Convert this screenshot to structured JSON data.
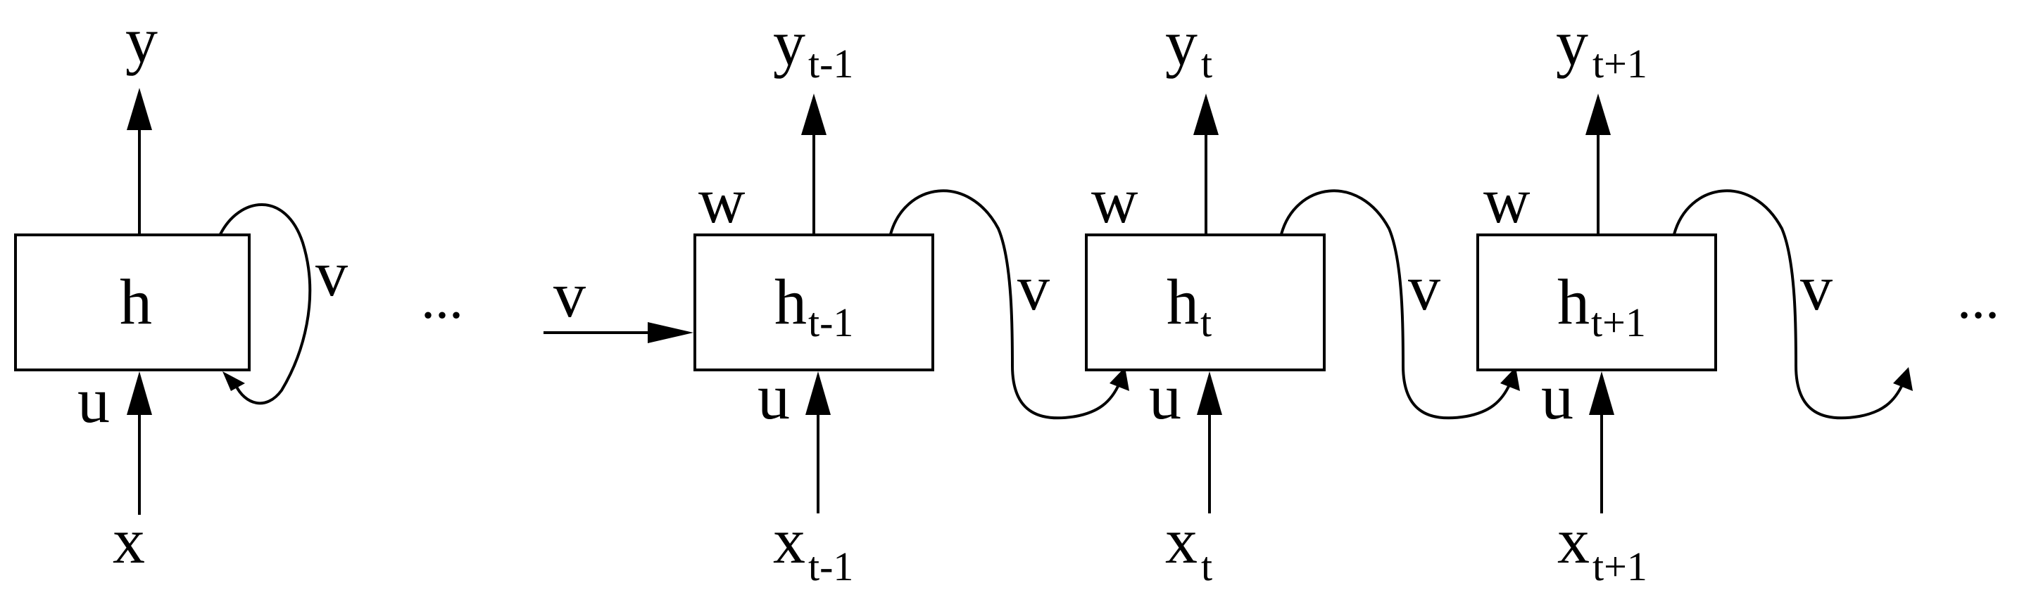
{
  "folded": {
    "node_main": "h",
    "output_main": "y",
    "input_main": "x",
    "input_weight": "u",
    "recurrent_weight": "v"
  },
  "ellipsis_mid": "...",
  "ellipsis_end": "...",
  "incoming_weight": "v",
  "steps": [
    {
      "node_main": "h",
      "node_sub": "t-1",
      "output_main": "y",
      "output_sub": "t-1",
      "input_main": "x",
      "input_sub": "t-1",
      "input_weight": "u",
      "output_weight": "w",
      "recurrent_weight": "v"
    },
    {
      "node_main": "h",
      "node_sub": "t",
      "output_main": "y",
      "output_sub": "t",
      "input_main": "x",
      "input_sub": "t",
      "input_weight": "u",
      "output_weight": "w",
      "recurrent_weight": "v"
    },
    {
      "node_main": "h",
      "node_sub": "t+1",
      "output_main": "y",
      "output_sub": "t+1",
      "input_main": "x",
      "input_sub": "t+1",
      "input_weight": "u",
      "output_weight": "w",
      "recurrent_weight": "v"
    }
  ]
}
